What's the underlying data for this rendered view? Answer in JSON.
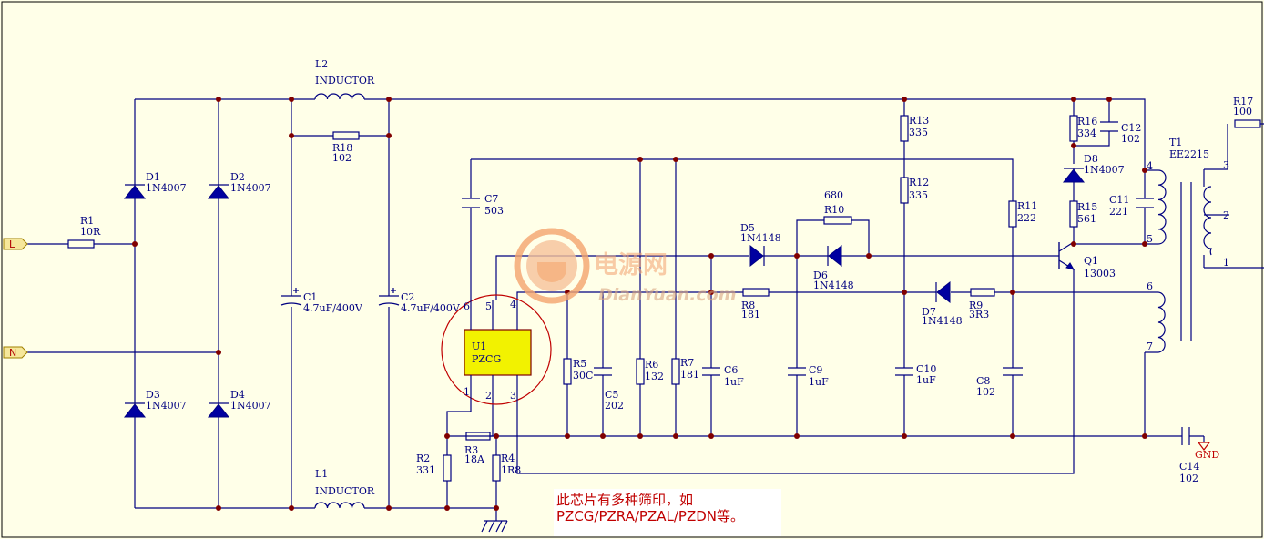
{
  "ports": {
    "line": "L",
    "neutral": "N",
    "ground": "GND"
  },
  "components": {
    "R1": {
      "ref": "R1",
      "value": "10R"
    },
    "D1": {
      "ref": "D1",
      "value": "1N4007"
    },
    "D2": {
      "ref": "D2",
      "value": "1N4007"
    },
    "D3": {
      "ref": "D3",
      "value": "1N4007"
    },
    "D4": {
      "ref": "D4",
      "value": "1N4007"
    },
    "L1": {
      "ref": "L1",
      "value": "INDUCTOR"
    },
    "L2": {
      "ref": "L2",
      "value": "INDUCTOR"
    },
    "R18": {
      "ref": "R18",
      "value": "102"
    },
    "C1": {
      "ref": "C1",
      "value": "4.7uF/400V"
    },
    "C2": {
      "ref": "C2",
      "value": "4.7uF/400V"
    },
    "C7": {
      "ref": "C7",
      "value": "503"
    },
    "U1": {
      "ref": "U1",
      "value": "PZCG",
      "pins": [
        "1",
        "2",
        "3",
        "4",
        "5",
        "6"
      ]
    },
    "R2": {
      "ref": "R2",
      "value": "331"
    },
    "R3": {
      "ref": "R3",
      "value": "18A"
    },
    "R4": {
      "ref": "R4",
      "value": "1R8"
    },
    "R5": {
      "ref": "R5",
      "value": "30C"
    },
    "C5": {
      "ref": "C5",
      "value": "202"
    },
    "R6": {
      "ref": "R6",
      "value": "132"
    },
    "R7": {
      "ref": "R7",
      "value": "181"
    },
    "C6": {
      "ref": "C6",
      "value": "1uF"
    },
    "R8": {
      "ref": "R8",
      "value": "181"
    },
    "C9": {
      "ref": "C9",
      "value": "1uF"
    },
    "D5": {
      "ref": "D5",
      "value": "1N4148"
    },
    "R10": {
      "ref": "R10",
      "value": "680"
    },
    "D6": {
      "ref": "D6",
      "value": "1N4148"
    },
    "R13": {
      "ref": "R13",
      "value": "335"
    },
    "R12": {
      "ref": "R12",
      "value": "335"
    },
    "C10": {
      "ref": "C10",
      "value": "1uF"
    },
    "D7": {
      "ref": "D7",
      "value": "1N4148"
    },
    "R9": {
      "ref": "R9",
      "value": "3R3"
    },
    "R11": {
      "ref": "R11",
      "value": "222"
    },
    "C8": {
      "ref": "C8",
      "value": "102"
    },
    "R16": {
      "ref": "R16",
      "value": "334"
    },
    "C12": {
      "ref": "C12",
      "value": "102"
    },
    "D8": {
      "ref": "D8",
      "value": "1N4007"
    },
    "R15": {
      "ref": "R15",
      "value": "561"
    },
    "C11": {
      "ref": "C11",
      "value": "221"
    },
    "Q1": {
      "ref": "Q1",
      "value": "13003"
    },
    "T1": {
      "ref": "T1",
      "value": "EE2215",
      "pins": [
        "4",
        "5",
        "6",
        "7",
        "3",
        "2",
        "1"
      ]
    },
    "R17": {
      "ref": "R17",
      "value": "100"
    },
    "C14": {
      "ref": "C14",
      "value": "102"
    }
  },
  "note": {
    "line1": "此芯片有多种筛印，如",
    "line2": "PZCG/PZRA/PZAL/PZDN等。"
  },
  "watermark": {
    "cn": "电源网",
    "en": "DianYuan.com"
  },
  "colors": {
    "wire": "#000080",
    "junction": "#800000",
    "note": "#C00000",
    "background": "#FFFFE8"
  }
}
